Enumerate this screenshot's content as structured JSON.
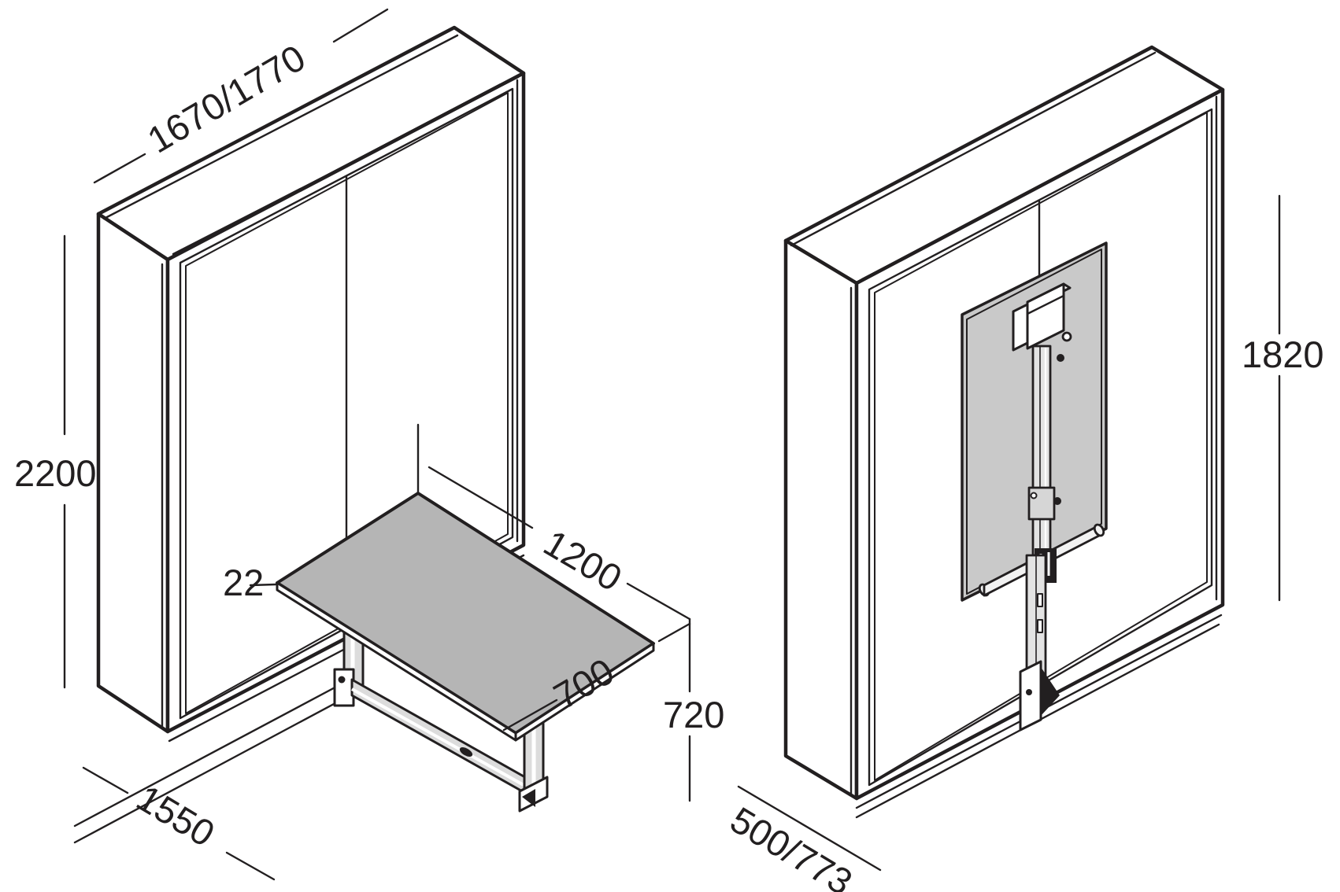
{
  "diagram": {
    "type": "isometric-technical-drawing",
    "subject": "wall cabinet with fold-away table: open view (left) and folded view (right)",
    "colors": {
      "line": "#221f20",
      "table_top_fill": "#b5b5b5",
      "folded_panel_fill": "#c9c9c9",
      "leg_fill": "#dcdcdc",
      "background": "#ffffff"
    },
    "views": {
      "open": {
        "name": "table-unfolded-view",
        "dimensions": {
          "cabinet_width": "1670/1770",
          "cabinet_height": "2200",
          "floor_depth": "1550",
          "tabletop_thickness": "22",
          "table_length": "1200",
          "table_width": "700",
          "table_height": "720"
        }
      },
      "folded": {
        "name": "table-folded-view",
        "dimensions": {
          "folded_unit_height": "1820",
          "cabinet_depth": "500/773"
        }
      }
    }
  }
}
